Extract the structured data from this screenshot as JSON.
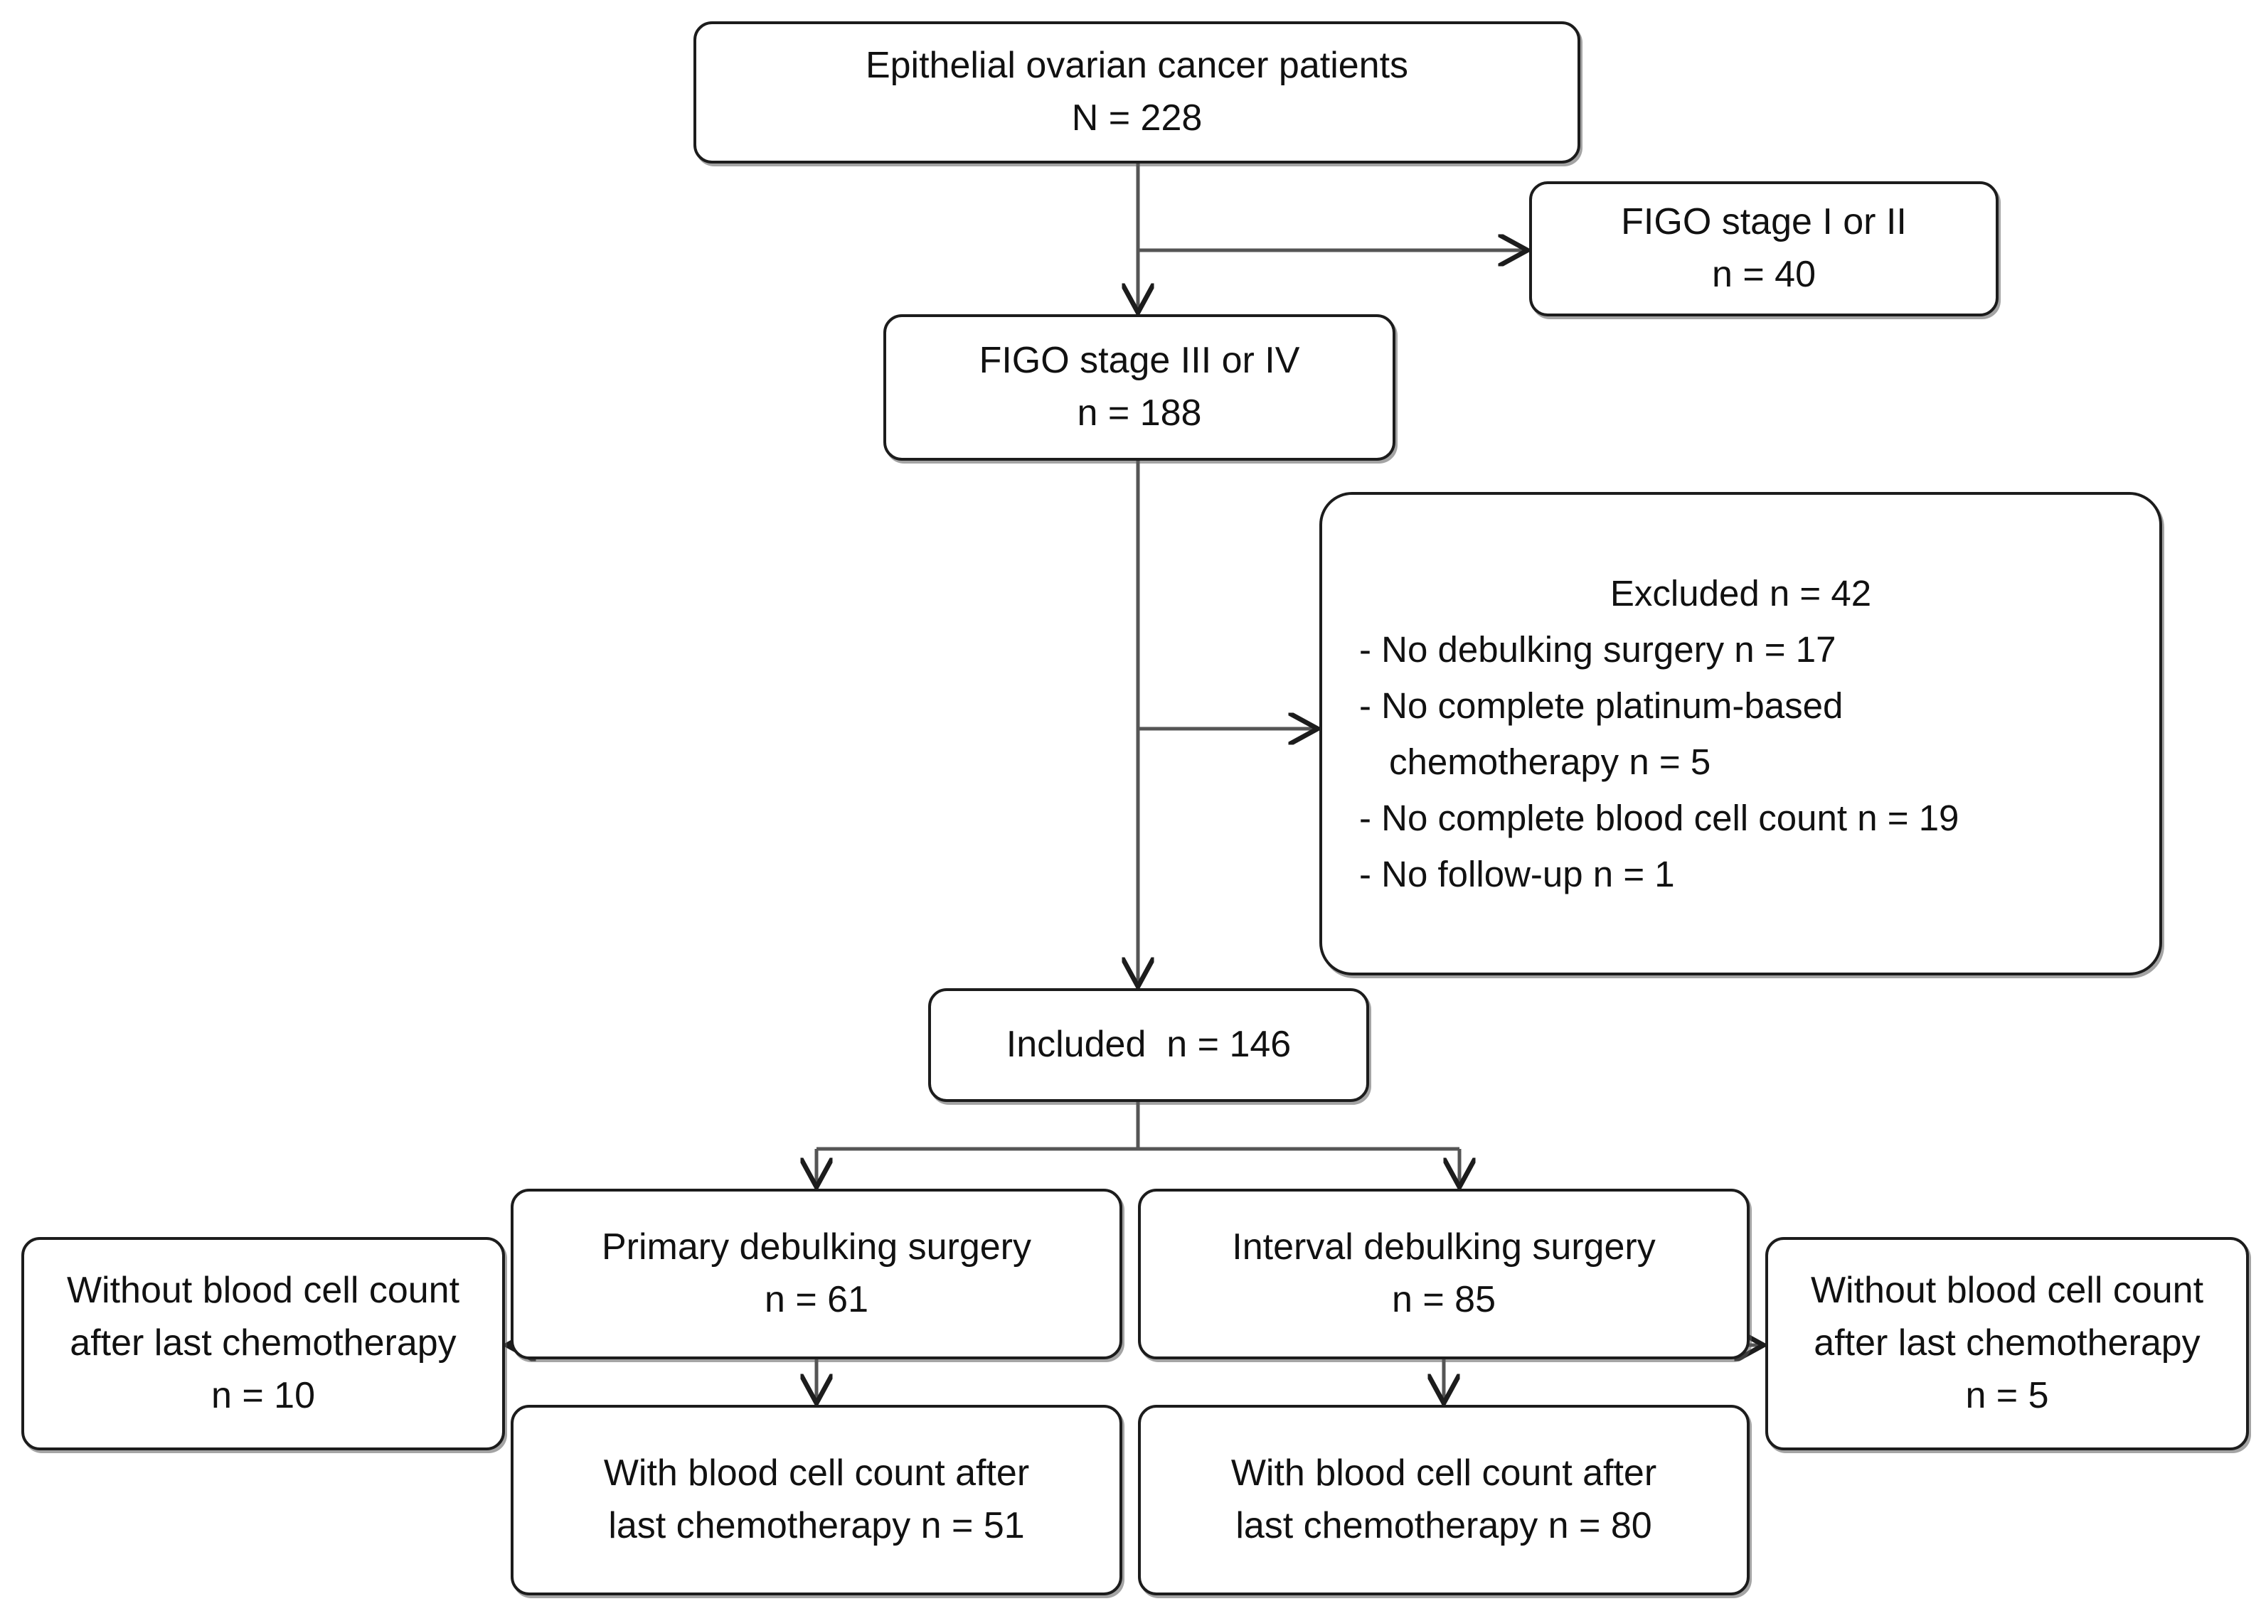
{
  "diagram": {
    "type": "patient-selection-flowchart",
    "stroke_color": "#1c1c1c",
    "background_color": "#ffffff",
    "nodes": {
      "cohort": {
        "line1": "Epithelial ovarian cancer patients",
        "line2": "N = 228"
      },
      "figo_early": {
        "line1": "FIGO stage I or II",
        "line2": "n = 40"
      },
      "figo_late": {
        "line1": "FIGO stage III or IV",
        "line2": "n = 188"
      },
      "excluded": {
        "line1": "Excluded n = 42",
        "line2": "- No debulking surgery n = 17",
        "line3": "- No complete platinum-based",
        "line4": "chemotherapy n = 5",
        "line5": "- No complete blood cell count n = 19",
        "line6": "- No follow-up n = 1"
      },
      "included": {
        "line1": "Included  n = 146"
      },
      "primary_surgery": {
        "line1": "Primary debulking surgery",
        "line2": "n = 61"
      },
      "interval_surgery": {
        "line1": "Interval debulking surgery",
        "line2": "n = 85"
      },
      "without_left": {
        "line1": "Without blood cell count",
        "line2": "after last chemotherapy",
        "line3": "n = 10"
      },
      "without_right": {
        "line1": "Without blood cell count",
        "line2": "after last chemotherapy",
        "line3": "n = 5"
      },
      "with_left": {
        "line1": "With blood cell count after",
        "line2": "last chemotherapy n = 51"
      },
      "with_right": {
        "line1": "With blood cell count after",
        "line2": "last chemotherapy n = 80"
      }
    }
  }
}
